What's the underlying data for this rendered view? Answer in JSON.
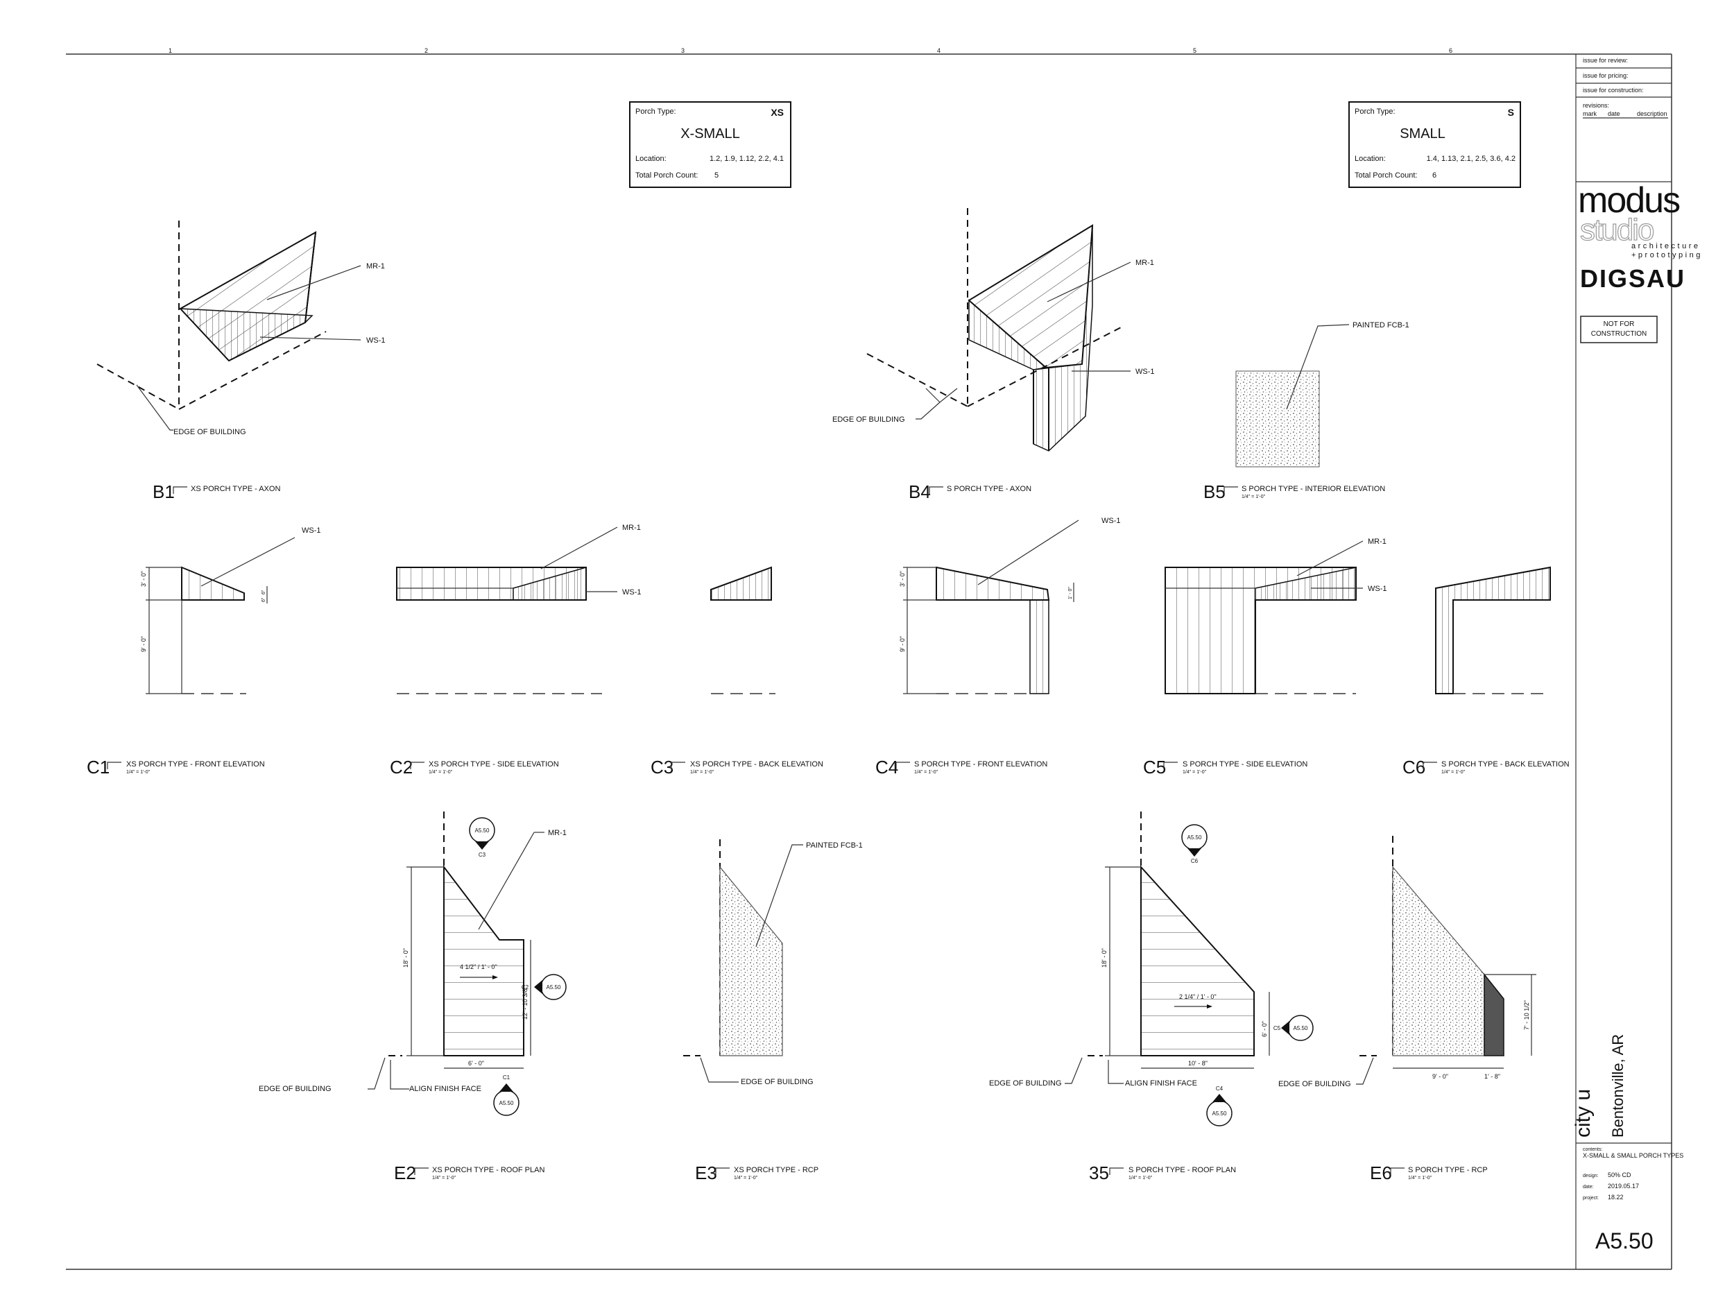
{
  "grid_numbers": [
    "1",
    "2",
    "3",
    "4",
    "5",
    "6"
  ],
  "porch_xs": {
    "type_label": "Porch Type:",
    "code": "XS",
    "name": "X-SMALL",
    "location_label": "Location:",
    "location": "1.2, 1.9, 1.12, 2.2, 4.1",
    "count_label": "Total Porch Count:",
    "count": "5"
  },
  "porch_s": {
    "type_label": "Porch Type:",
    "code": "S",
    "name": "SMALL",
    "location_label": "Location:",
    "location": "1.4, 1.13, 2.1, 2.5, 3.6, 4.2",
    "count_label": "Total Porch Count:",
    "count": "6"
  },
  "title_block": {
    "issue_review": "issue for review:",
    "issue_pricing": "issue for pricing:",
    "issue_construction": "issue for construction:",
    "revisions": "revisions:",
    "rev_cols": [
      "mark",
      "date",
      "description"
    ],
    "logo1": "modus",
    "logo2": "studio",
    "logo_tag1": "architecture",
    "logo_tag2": "+prototyping",
    "logo3": "DIGSAU",
    "stamp1": "NOT FOR",
    "stamp2": "CONSTRUCTION",
    "project_name": "city u",
    "project_location": "Bentonville, AR",
    "contents_label": "contents:",
    "contents": "X-SMALL & SMALL PORCH TYPES",
    "design_label": "design:",
    "design": "50% CD",
    "date_label": "date:",
    "date": "2019.05.17",
    "project_label": "project:",
    "project": "18.22",
    "sheet": "A5.50"
  },
  "labels": {
    "mr1": "MR-1",
    "ws1": "WS-1",
    "edge": "EDGE OF BUILDING",
    "fcb": "PAINTED FCB-1",
    "align": "ALIGN FINISH FACE",
    "scale": "1/4\" = 1'-0\"",
    "ref": "A5.50"
  },
  "dims": {
    "c1_top": "3' - 0\"",
    "c1_bot": "9' - 0\"",
    "c1_r1": "6\"",
    "c1_r2": "6\"",
    "c4_top": "3' - 0\"",
    "c4_bot": "9' - 0\"",
    "c4_r": "1' - 0\"",
    "e2_h": "18' - 0\"",
    "e2_h2": "12' - 10 3/8\"",
    "e2_w": "6' - 0\"",
    "e2_slope": "4 1/2\" / 1' - 0\"",
    "e5_h": "18' - 0\"",
    "e5_h2": "6' - 0\"",
    "e5_w": "10' - 8\"",
    "e5_slope": "2 1/4\" / 1' - 0\"",
    "e6_h": "7' - 10 1/2\"",
    "e6_w1": "9' - 0\"",
    "e6_w2": "1' - 8\""
  },
  "views": {
    "b1": {
      "id": "B1",
      "title": "XS PORCH TYPE - AXON"
    },
    "b4": {
      "id": "B4",
      "title": "S PORCH TYPE - AXON"
    },
    "b5": {
      "id": "B5",
      "title": "S PORCH TYPE - INTERIOR ELEVATION"
    },
    "c1": {
      "id": "C1",
      "title": "XS PORCH TYPE - FRONT ELEVATION"
    },
    "c2": {
      "id": "C2",
      "title": "XS PORCH TYPE - SIDE ELEVATION"
    },
    "c3": {
      "id": "C3",
      "title": "XS PORCH TYPE - BACK ELEVATION"
    },
    "c4": {
      "id": "C4",
      "title": "S PORCH TYPE - FRONT ELEVATION"
    },
    "c5": {
      "id": "C5",
      "title": "S PORCH TYPE - SIDE ELEVATION"
    },
    "c6": {
      "id": "C6",
      "title": "S PORCH TYPE - BACK ELEVATION"
    },
    "e2": {
      "id": "E2",
      "title": "XS PORCH TYPE - ROOF PLAN"
    },
    "e3": {
      "id": "E3",
      "title": "XS PORCH TYPE - RCP"
    },
    "e5": {
      "id": "35",
      "title": "S PORCH TYPE - ROOF PLAN"
    },
    "e6": {
      "id": "E6",
      "title": "S PORCH TYPE - RCP"
    }
  },
  "callouts": {
    "c1": "C1",
    "c2": "C2",
    "c3": "C3",
    "c4": "C4",
    "c5": "C5",
    "c6": "C6"
  }
}
